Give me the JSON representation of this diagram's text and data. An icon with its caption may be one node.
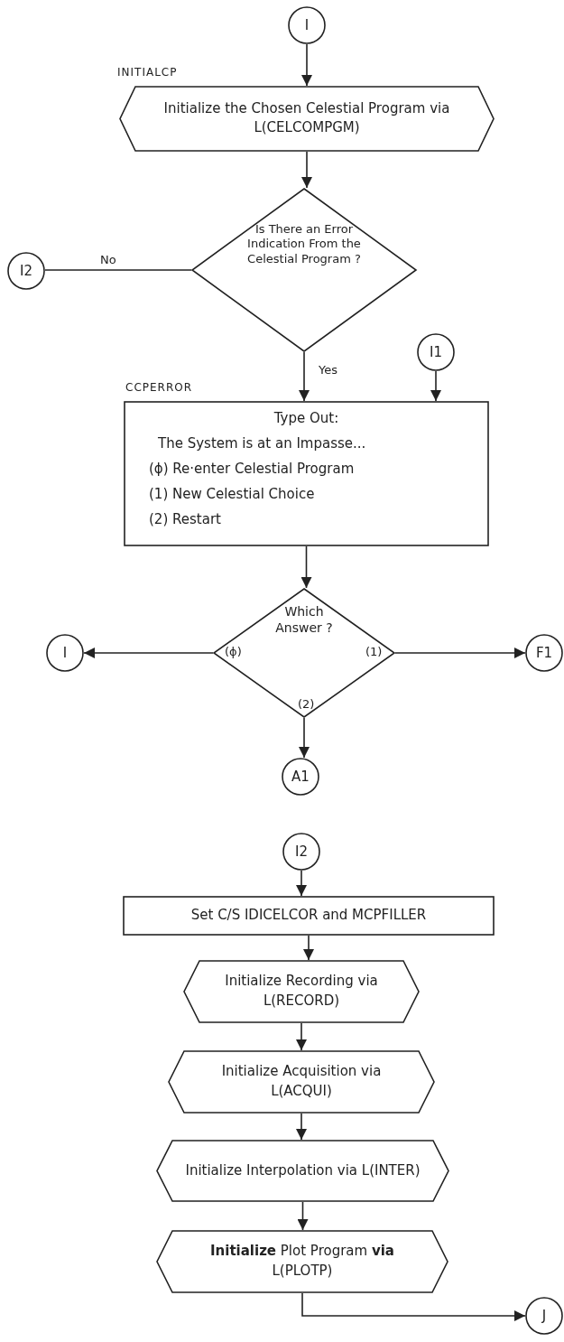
{
  "diagram": {
    "nodes": [
      {
        "text": [
          "I"
        ]
      },
      {
        "text": [
          "Initialize the Chosen Celestial Program via L(CELCOMPGM)"
        ],
        "beside": [
          "INITIALCP"
        ]
      },
      {
        "text": [
          "Is There an Error Indication From the Celestial Program ?"
        ]
      },
      {
        "text": [
          "I2"
        ]
      },
      {
        "text": [
          "I1"
        ]
      },
      {
        "text": [
          "Type Out:",
          "The System is at an Impasse...",
          "(ϕ) Re·enter Celestial Program",
          "(1) New Celestial Choice",
          "(2) Restart"
        ],
        "beside": [
          "CCPERROR"
        ]
      },
      {
        "text": [
          "Which Answer ?"
        ]
      },
      {
        "text": [
          "I"
        ]
      },
      {
        "text": [
          "F1"
        ]
      },
      {
        "text": [
          "A1"
        ]
      },
      {
        "text": [
          "I2"
        ]
      },
      {
        "text": [
          "Set C/S IDICELCOR and MCPFILLER"
        ]
      },
      {
        "text": [
          "Initialize Recording via L(RECORD)"
        ]
      },
      {
        "text": [
          "Initialize Acquisition via L(ACQUI)"
        ]
      },
      {
        "text": [
          "Initialize Interpolation via L(INTER)"
        ]
      },
      {
        "text": [
          "**Initialize** Plot Program **via** L(PLOTP)"
        ]
      },
      {
        "text": [
          "J"
        ]
      }
    ],
    "edges": [
      {
        "from": 0,
        "to": 1,
        "arrow": "to"
      },
      {
        "from": 1,
        "to": 2,
        "arrow": "to"
      },
      {
        "from": 2,
        "to": 3,
        "arrow": "none",
        "label": "No"
      },
      {
        "from": 2,
        "to": 5,
        "arrow": "to",
        "label": "Yes"
      },
      {
        "from": 4,
        "to": 5,
        "arrow": "to"
      },
      {
        "from": 5,
        "to": 6,
        "arrow": "to"
      },
      {
        "from": 6,
        "to": 7,
        "arrow": "to",
        "label": "(ϕ)"
      },
      {
        "from": 6,
        "to": 8,
        "arrow": "to",
        "label": "(1)"
      },
      {
        "from": 6,
        "to": 9,
        "arrow": "to",
        "label": "(2)"
      },
      {
        "from": 10,
        "to": 11,
        "arrow": "to"
      },
      {
        "from": 11,
        "to": 12,
        "arrow": "to"
      },
      {
        "from": 12,
        "to": 13,
        "arrow": "to"
      },
      {
        "from": 13,
        "to": 14,
        "arrow": "to"
      },
      {
        "from": 14,
        "to": 15,
        "arrow": "to"
      },
      {
        "from": 15,
        "to": 16,
        "arrow": "to"
      }
    ]
  }
}
